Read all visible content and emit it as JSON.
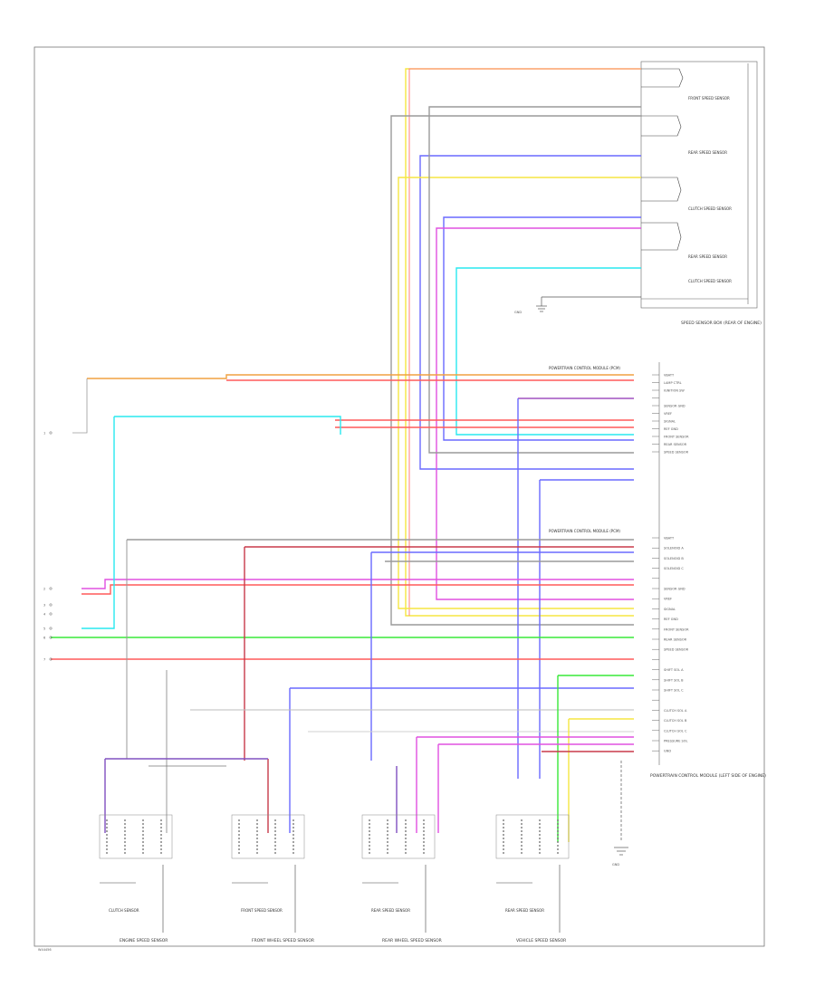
{
  "diagram": {
    "page_ref": "W44456",
    "relay_box": {
      "label": "SPEED SENSOR BOX (REAR OF ENGINE)",
      "items": [
        "FRONT SPEED SENSOR",
        "REAR SPEED SENSOR",
        "CLUTCH SPEED SENSOR",
        "REAR SPEED SENSOR",
        "CLUTCH SPEED SENSOR"
      ]
    },
    "module": {
      "label": "POWERTRAIN CONTROL MODULE (LEFT SIDE OF ENGINE)",
      "connectors": [
        "POWERTRAIN CONTROL MODULE (PCM)",
        "POWERTRAIN CONTROL MODULE (PCM)"
      ],
      "upper_pins": [
        "VBATT",
        "LAMP CTRL",
        "IGNITION SW",
        "",
        "SENSOR GND",
        "VREF",
        "SIGNAL",
        "REF GND",
        "FRONT SENSOR",
        "REAR SENSOR",
        "SPEED SENSOR"
      ],
      "lower_pins": [
        "VBATT",
        "SOLENOID A",
        "SOLENOID B",
        "SOLENOID C",
        "",
        "SENSOR GND",
        "VREF",
        "SIGNAL",
        "REF GND",
        "FRONT SENSOR",
        "REAR SENSOR",
        "SPEED SENSOR",
        "",
        "SHIFT SOL A",
        "SHIFT SOL B",
        "SHIFT SOL C",
        "",
        "CLUTCH SOL A",
        "CLUTCH SOL B",
        "CLUTCH SOL C",
        "PRESSURE SOL",
        "GND"
      ]
    },
    "sensors": [
      {
        "label": "CLUTCH SENSOR",
        "caption": "ENGINE SPEED SENSOR"
      },
      {
        "label": "FRONT SPEED SENSOR",
        "caption": "FRONT WHEEL SPEED SENSOR"
      },
      {
        "label": "REAR SPEED SENSOR",
        "caption": "REAR WHEEL SPEED SENSOR"
      },
      {
        "label": "REAR SPEED SENSOR",
        "caption": "VEHICLE SPEED SENSOR"
      }
    ],
    "ground_label": "GND",
    "left_terminals": [
      "1",
      "2",
      "3",
      "4",
      "5",
      "6",
      "7"
    ],
    "colors": {
      "yellow": "#f5e642",
      "red": "#ff5a5a",
      "blue": "#6a6aff",
      "cyan": "#29e8ef",
      "green": "#39e839",
      "magenta": "#e050e0",
      "dark_red": "#c83a4a",
      "gray": "#8c8c8c",
      "orange": "#f0a040",
      "purple": "#8050c0"
    }
  }
}
